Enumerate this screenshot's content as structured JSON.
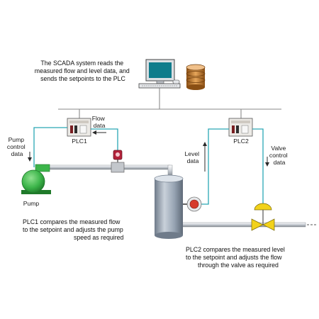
{
  "scada": {
    "description_lines": [
      "The SCADA system reads the",
      "measured flow and level data, and",
      "sends the setpoints to the PLC"
    ]
  },
  "plc1": {
    "label": "PLC1",
    "description_lines": [
      "PLC1 compares the measured flow",
      "to the setpoint and adjusts the pump",
      "speed as required"
    ]
  },
  "plc2": {
    "label": "PLC2",
    "description_lines": [
      "PLC2 compares the measured level",
      "to the setpoint and adjusts the flow",
      "through the valve as required"
    ]
  },
  "signals": {
    "flow_data": [
      "Flow",
      "data"
    ],
    "pump_control_data": [
      "Pump",
      "control",
      "data"
    ],
    "level_data": [
      "Level",
      "data"
    ],
    "valve_control_data": [
      "Valve",
      "control",
      "data"
    ]
  },
  "equipment": {
    "pump_label": "Pump"
  },
  "colors": {
    "signal_line": "#2aa7b5",
    "network_line": "#8a8a8a",
    "pump": "#3cb54a",
    "valve": "#f2d21b",
    "tank": "#8c99a8",
    "level_sensor": "#d63a2c",
    "flow_meter": "#b3223a",
    "monitor_screen": "#0f7c8c",
    "database": "#c97c2c"
  },
  "icons": {
    "computer": "desktop-computer-icon",
    "database": "database-icon",
    "plc": "plc-controller-icon",
    "pump": "pump-icon",
    "tank": "tank-icon",
    "valve": "control-valve-icon",
    "flow_meter": "flow-meter-icon",
    "level_sensor": "level-sensor-icon"
  }
}
